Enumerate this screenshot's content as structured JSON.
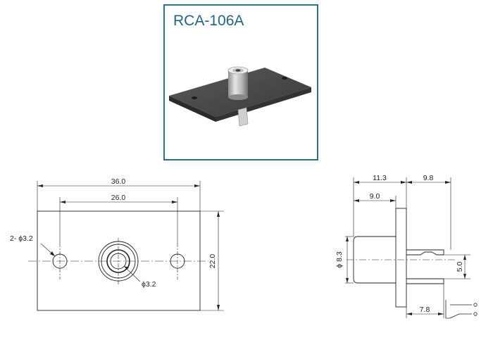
{
  "product": {
    "model": "RCA-106A"
  },
  "dimensions": {
    "plate_width": "36.0",
    "hole_spacing": "26.0",
    "plate_height": "22.0",
    "mount_hole": "2- ϕ3.2",
    "center_hole": "ϕ3.2",
    "side_overall": "11.3",
    "side_body": "9.0",
    "side_terminal": "9.8",
    "side_diameter": "ϕ 8.3",
    "terminal_offset": "5.0",
    "terminal_length": "7.8"
  },
  "colors": {
    "frame": "#2f6f86",
    "title": "#27627a",
    "line": "#222222"
  }
}
